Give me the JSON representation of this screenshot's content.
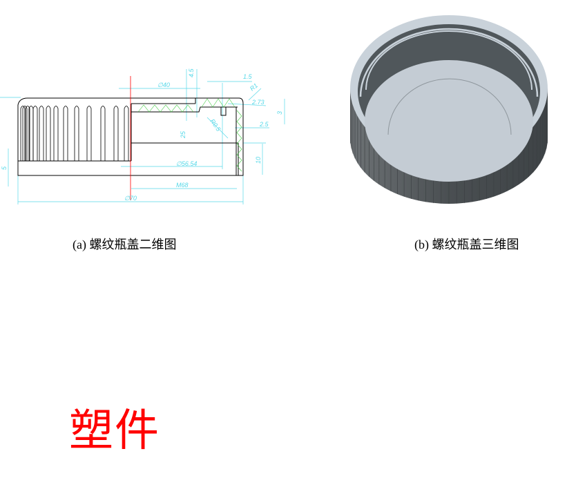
{
  "figures": {
    "a": {
      "caption": "(a)  螺纹瓶盖二维图",
      "dimensions": {
        "d40": "∅40",
        "h45": "4.5",
        "w15": "1.5",
        "r1": "R1",
        "w273": "2.73",
        "h3": "3",
        "w25": "2.5",
        "r05": "R0.5",
        "h25": "25",
        "d5654": "∅56.54",
        "h10": "10",
        "h5": "5",
        "m68": "M68",
        "d70": "∅70"
      }
    },
    "b": {
      "caption": "(b)  螺纹瓶盖三维图"
    }
  },
  "material_label": "塑件",
  "colors": {
    "dimension": "#55d8e8",
    "outline": "#000000",
    "hatch": "#44cc44",
    "centerline": "#ff0000",
    "material_label": "#ff0000",
    "cap_body": "#4a4f52",
    "cap_inner": "#c9d2da"
  }
}
